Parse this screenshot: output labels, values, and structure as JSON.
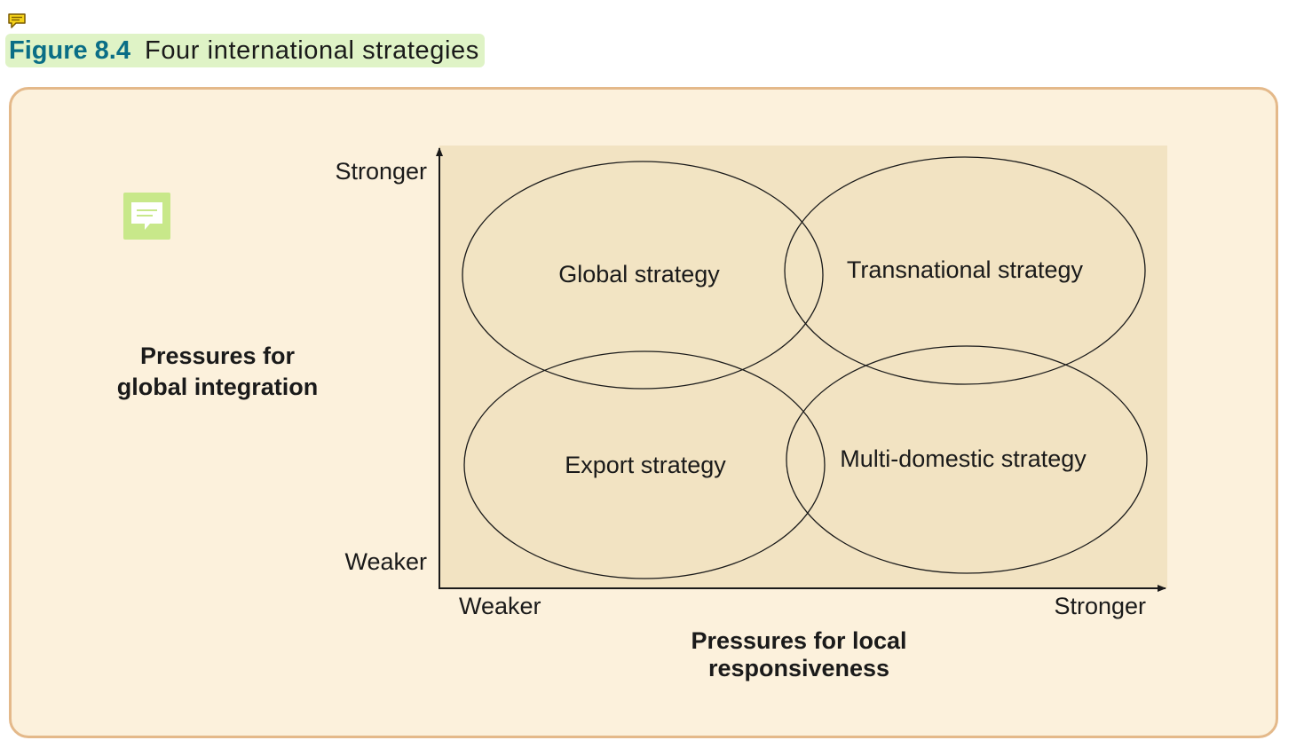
{
  "figure": {
    "label": "Figure 8.4",
    "title": "Four international strategies"
  },
  "icons": {
    "top_note": "comment-icon",
    "panel_note": "note-icon"
  },
  "colors": {
    "caption_label": "#0a6e86",
    "caption_highlight": "#dff3c6",
    "panel_background": "#fcf1dc",
    "panel_border": "#e4b98a",
    "plot_background": "#f2e3c2",
    "ellipse_fill": "#f2e4c3",
    "note_button": "#c8e88a"
  },
  "diagram": {
    "y_axis": {
      "label": "Pressures for global integration",
      "label_line1": "Pressures for",
      "label_line2": "global integration",
      "high": "Stronger",
      "low": "Weaker"
    },
    "x_axis": {
      "label": "Pressures for local responsiveness",
      "label_line1": "Pressures for local",
      "label_line2": "responsiveness",
      "low": "Weaker",
      "high": "Stronger"
    },
    "strategies": [
      {
        "label": "Global strategy",
        "quadrant": "top-left"
      },
      {
        "label": "Transnational strategy",
        "quadrant": "top-right"
      },
      {
        "label": "Export strategy",
        "quadrant": "bottom-left"
      },
      {
        "label": "Multi-domestic strategy",
        "quadrant": "bottom-right"
      }
    ]
  }
}
